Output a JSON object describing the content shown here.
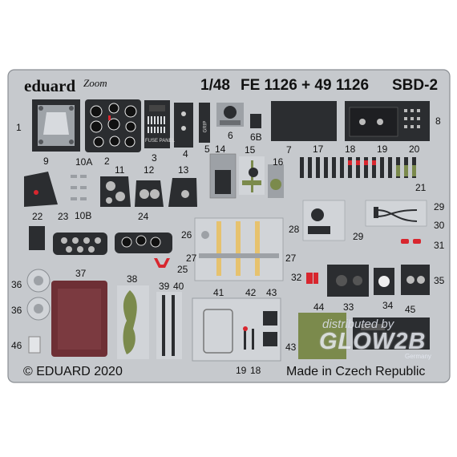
{
  "header": {
    "brand": "eduard",
    "sub_brand": "Zoom",
    "scale": "1/48",
    "code": "FE 1126 + 49 1126",
    "model": "SBD-2"
  },
  "footer": {
    "copyright": "© EDUARD 2020",
    "origin": "Made in Czech Republic"
  },
  "watermark": {
    "line1": "distributed by",
    "line2": "GLOW2B",
    "line3": "Germany"
  },
  "part_numbers": {
    "p1": "1",
    "p2": "2",
    "p3": "3",
    "p4": "4",
    "p5": "5",
    "p6": "6",
    "p6b": "6B",
    "p7": "7",
    "p8": "8",
    "p9": "9",
    "p10a": "10A",
    "p10b": "10B",
    "p11": "11",
    "p12": "12",
    "p13": "13",
    "p14": "14",
    "p15": "15",
    "p16": "16",
    "p17": "17",
    "p18": "18",
    "p19": "19",
    "p20": "20",
    "p21": "21",
    "p22": "22",
    "p23": "23",
    "p24": "24",
    "p25": "25",
    "p26": "26",
    "p27a": "27",
    "p27b": "27",
    "p28": "28",
    "p29a": "29",
    "p29b": "29",
    "p30": "30",
    "p31": "31",
    "p32": "32",
    "p33": "33",
    "p34": "34",
    "p35": "35",
    "p36a": "36",
    "p36b": "36",
    "p37": "37",
    "p38": "38",
    "p39": "39",
    "p40": "40",
    "p41": "41",
    "p42": "42",
    "p43a": "43",
    "p43b": "43",
    "p44": "44",
    "p45": "45",
    "p46": "46",
    "p19b": "19",
    "p18b": "18"
  },
  "panel_labels": {
    "fuse_panel": "FUSE PANEL",
    "grip": "GRIP"
  },
  "colors": {
    "fret": "#c6c9cd",
    "fret_edge": "#8a8e93",
    "panel_dark": "#2b2d30",
    "interior_green": "#7b8a4c",
    "red": "#d8262e",
    "maroon": "#6e2f35"
  }
}
